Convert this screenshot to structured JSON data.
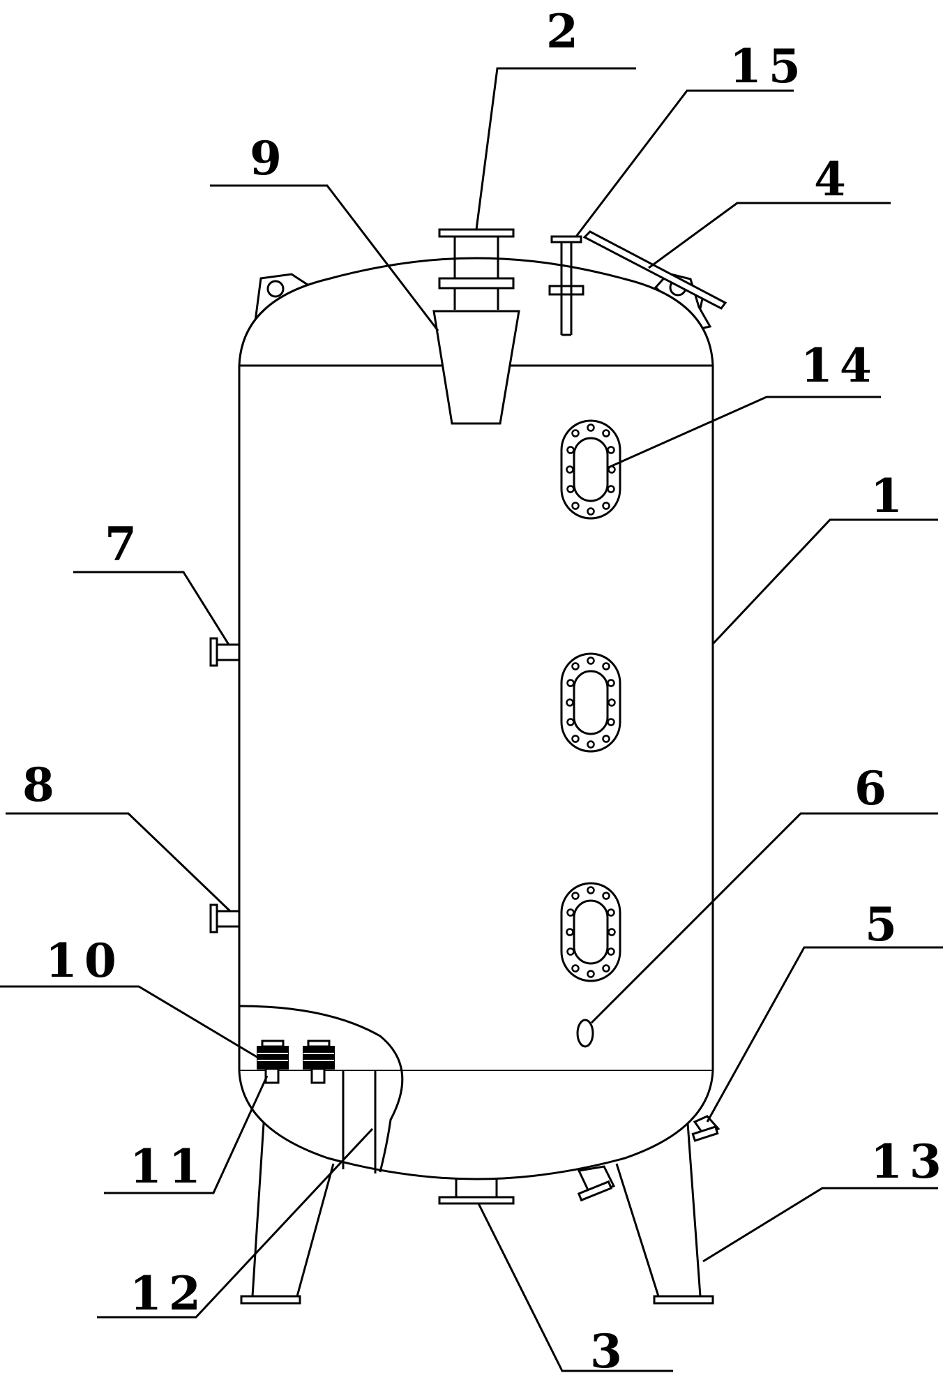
{
  "diagram": {
    "type": "technical-drawing",
    "labels": {
      "tank_body": "1",
      "top_inlet_pipe": "2",
      "bottom_outlet": "3",
      "top_vent_arm": "4",
      "bottom_nozzle": "5",
      "sight_glass": "6",
      "side_nozzle_upper": "7",
      "side_nozzle_lower": "8",
      "distributor_cone": "9",
      "internal_plate": "10",
      "nozzle_caps": "11",
      "center_pipe": "12",
      "support_legs": "13",
      "manhole": "14",
      "top_small_pipe": "15"
    }
  }
}
